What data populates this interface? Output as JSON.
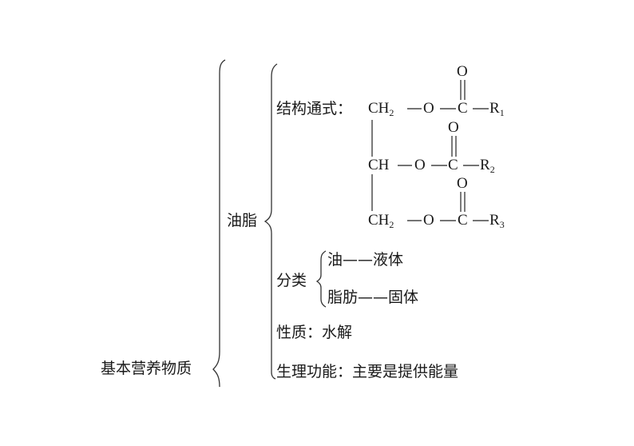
{
  "root": {
    "label": "基本营养物质"
  },
  "topic": {
    "label": "油脂"
  },
  "structure": {
    "label": "结构通式：",
    "rows": [
      {
        "group": "CH",
        "group_sub": "2",
        "o": "O",
        "c": "C",
        "carbonyl_o": "O",
        "r": "R",
        "r_sub": "1"
      },
      {
        "group": "CH",
        "group_sub": "",
        "o": "O",
        "c": "C",
        "carbonyl_o": "O",
        "r": "R",
        "r_sub": "2"
      },
      {
        "group": "CH",
        "group_sub": "2",
        "o": "O",
        "c": "C",
        "carbonyl_o": "O",
        "r": "R",
        "r_sub": "3"
      }
    ]
  },
  "classification": {
    "label": "分类",
    "items": [
      {
        "name": "油",
        "dash": "——",
        "state": "液体"
      },
      {
        "name": "脂肪",
        "dash": "——",
        "state": "固体"
      }
    ]
  },
  "property": {
    "label": "性质：水解"
  },
  "function": {
    "label": "生理功能：主要是提供能量"
  }
}
